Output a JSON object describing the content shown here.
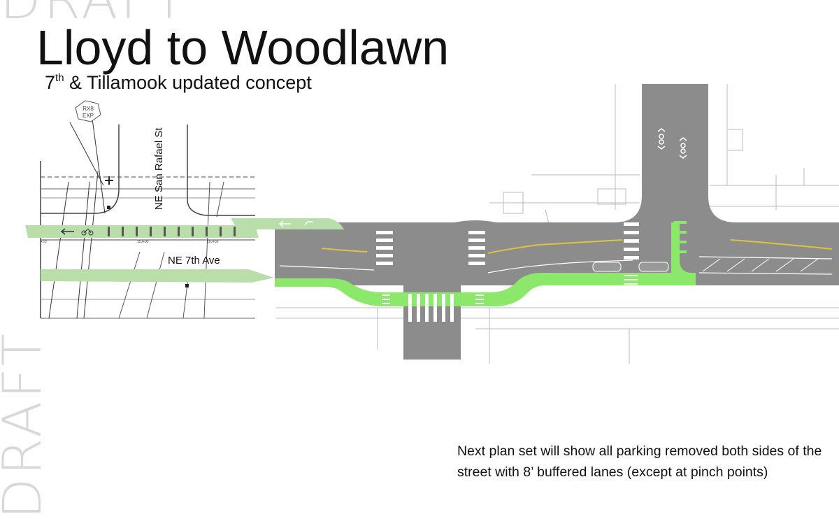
{
  "watermark": "DRAFT",
  "title": "Lloyd to Woodlawn",
  "subtitle": {
    "number": "7",
    "superscript": "th",
    "rest": " & Tillamook updated concept"
  },
  "labels": {
    "street_vertical": "NE San Rafael St",
    "street_horizontal": "NE 7th Ave",
    "sign_line1": "RX8",
    "sign_line2": "EXP",
    "station_1": "+50",
    "station_2": "110+00",
    "station_3": "110+50"
  },
  "note": "Next plan set will show all parking removed both sides of the street with 8’ buffered lanes (except at pinch points)",
  "colors": {
    "road": "#8c8c8c",
    "bike_lane": "#8be86a",
    "bike_lane_faded": "#b9deaa",
    "center_line": "#d9c640",
    "marking": "#ffffff",
    "linework": "#bbbbbb"
  }
}
